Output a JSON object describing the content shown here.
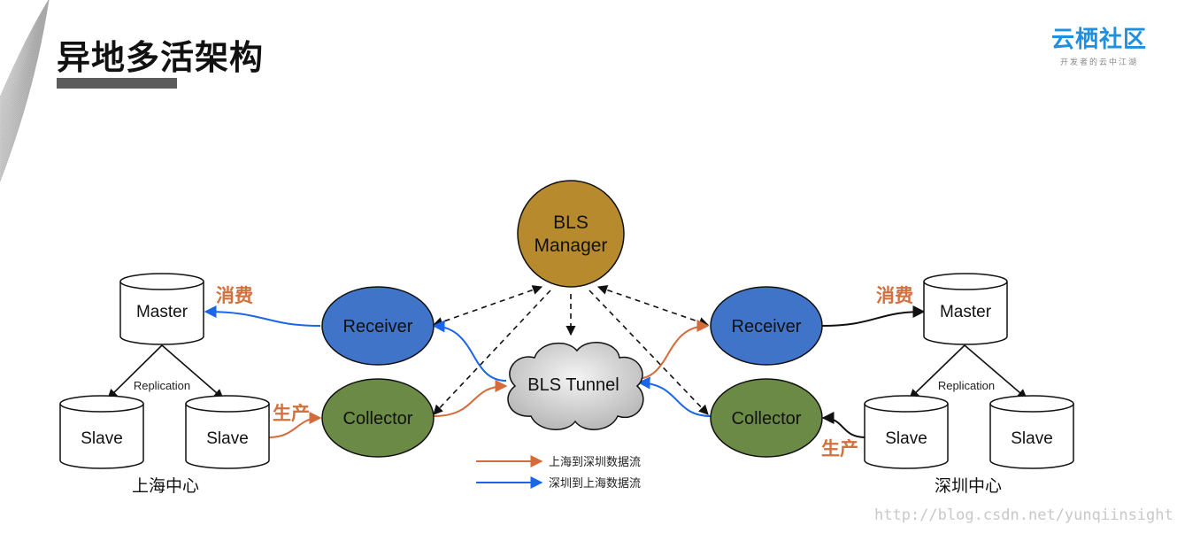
{
  "header": {
    "title": "异地多活架构"
  },
  "logo": {
    "name": "云栖社区",
    "tagline": "开发者的云中江湖"
  },
  "diagram": {
    "manager": "BLS Manager",
    "tunnel": "BLS Tunnel",
    "left_center": {
      "name": "上海中心",
      "master": "Master",
      "slave_1": "Slave",
      "slave_2": "Slave",
      "replication": "Replication",
      "receiver": "Receiver",
      "collector": "Collector",
      "consume_label": "消费",
      "produce_label": "生产"
    },
    "right_center": {
      "name": "深圳中心",
      "master": "Master",
      "slave_1": "Slave",
      "slave_2": "Slave",
      "replication": "Replication",
      "receiver": "Receiver",
      "collector": "Collector",
      "consume_label": "消费",
      "produce_label": "生产"
    },
    "legend": [
      {
        "label": "上海到深圳数据流",
        "color": "#d56a3a"
      },
      {
        "label": "深圳到上海数据流",
        "color": "#1a66e8"
      }
    ]
  },
  "colors": {
    "manager": "#b88a2e",
    "receiver": "#3f74c8",
    "collector": "#6b8a45",
    "orange_flow": "#d56a3a",
    "blue_flow": "#1a66e8",
    "accent_label": "#d2703e"
  },
  "watermark": "http://blog.csdn.net/yunqiinsight"
}
